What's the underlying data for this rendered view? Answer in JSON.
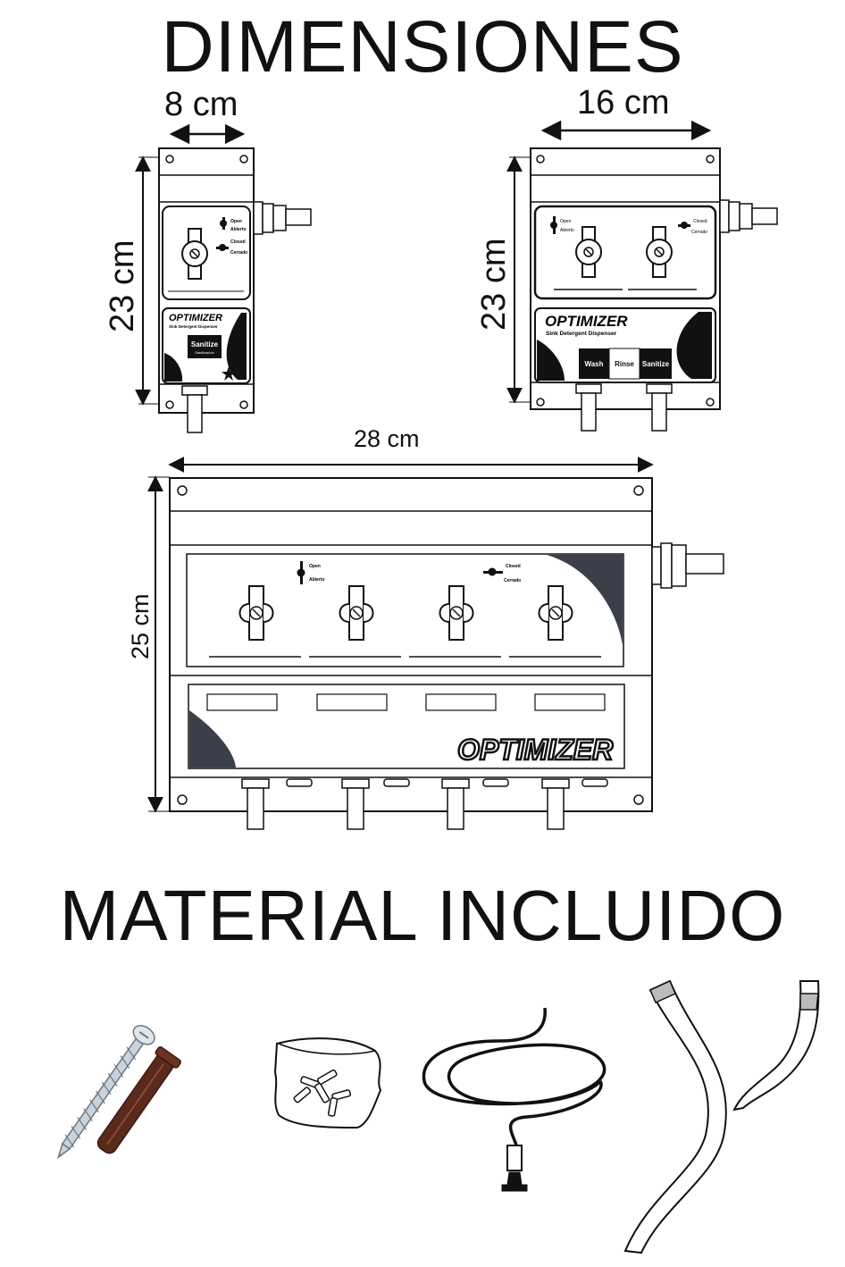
{
  "titles": {
    "dimensions": "DIMENSIONES",
    "included": "MATERIAL INCLUIDO"
  },
  "small_unit": {
    "width": "8 cm",
    "height": "23 cm",
    "valve_open": "Open",
    "valve_open_es": "Abierto",
    "valve_closed": "Closed",
    "valve_closed_es": "Cerrado",
    "brand": "OPTIMIZER",
    "brand_sub": "Sink Detergent Dispenser",
    "label": "Sanitize",
    "label_es": "Sanitización"
  },
  "medium_unit": {
    "width": "16 cm",
    "height": "23 cm",
    "valve_open": "Open",
    "valve_open_es": "Abierto",
    "valve_closed": "Closed",
    "valve_closed_es": "Cerrado",
    "brand": "OPTIMIZER",
    "brand_sub": "Sink Detergent Dispenser",
    "labels": [
      "Wash",
      "Rinse",
      "Sanitize"
    ]
  },
  "large_unit": {
    "width": "28 cm",
    "height": "25 cm",
    "valve_open": "Open",
    "valve_open_es": "Abierto",
    "valve_closed": "Closed",
    "valve_closed_es": "Cerrado",
    "brand": "OPTIMIZER"
  },
  "materials": [
    "screw-and-anchor",
    "bag-of-fittings",
    "tubing-coil",
    "hose-long",
    "hose-short"
  ]
}
